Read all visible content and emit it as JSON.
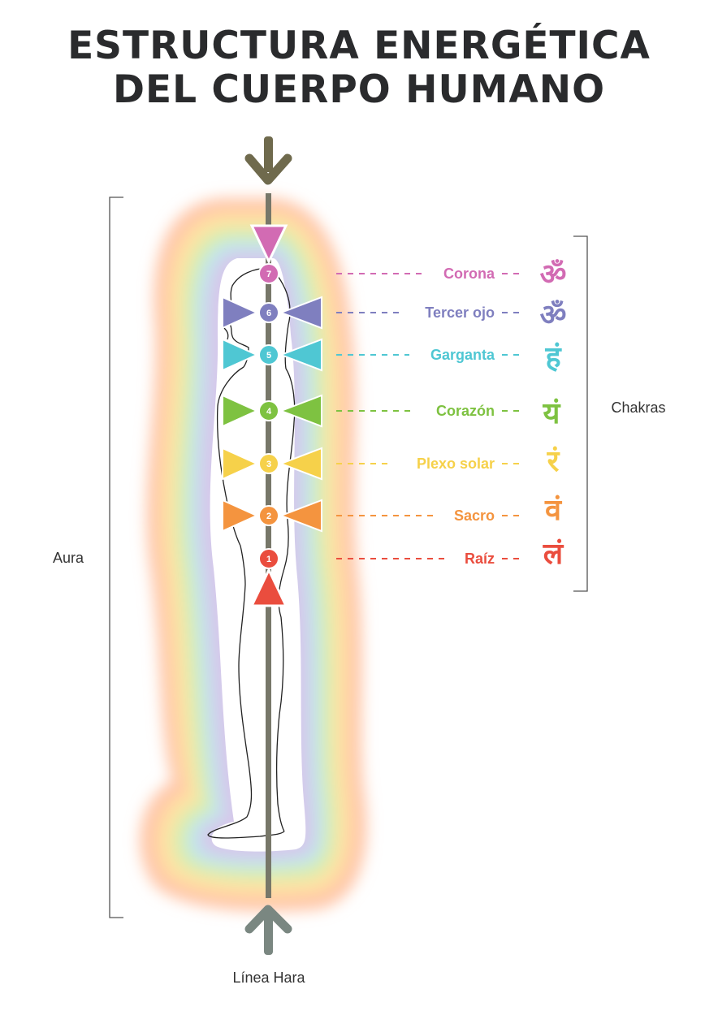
{
  "title": {
    "line1": "ESTRUCTURA ENERGÉTICA",
    "line2": "DEL CUERPO HUMANO"
  },
  "labels": {
    "aura": "Aura",
    "chakras": "Chakras",
    "hara": "Línea Hara"
  },
  "chakras": [
    {
      "number": "7",
      "name": "Corona",
      "symbol": "ॐ",
      "color": "#d26bb3"
    },
    {
      "number": "6",
      "name": "Tercer ojo",
      "symbol": "ॐ",
      "color": "#7f7fbf"
    },
    {
      "number": "5",
      "name": "Garganta",
      "symbol": "हं",
      "color": "#4fc7d3"
    },
    {
      "number": "4",
      "name": "Corazón",
      "symbol": "यं",
      "color": "#7ec241"
    },
    {
      "number": "3",
      "name": "Plexo solar",
      "symbol": "रं",
      "color": "#f6d14a"
    },
    {
      "number": "2",
      "name": "Sacro",
      "symbol": "वं",
      "color": "#f4943f"
    },
    {
      "number": "1",
      "name": "Raíz",
      "symbol": "लं",
      "color": "#ea4d3e"
    }
  ],
  "colors": {
    "top_arrow": "#6f6a4d",
    "bottom_arrow": "#7a8781",
    "hara_line": "#777769",
    "title": "#2a2b2d"
  }
}
